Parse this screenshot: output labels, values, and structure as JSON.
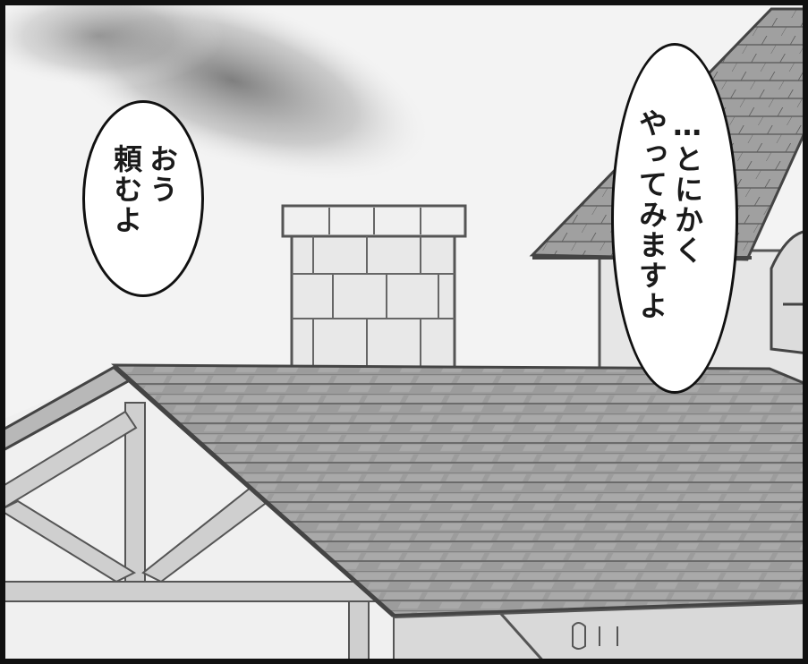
{
  "panel": {
    "bubble_left": {
      "lines": [
        "おう",
        "頼むよ"
      ]
    },
    "bubble_right": {
      "lines": [
        "…とにかく",
        "やってみますよ"
      ]
    }
  }
}
